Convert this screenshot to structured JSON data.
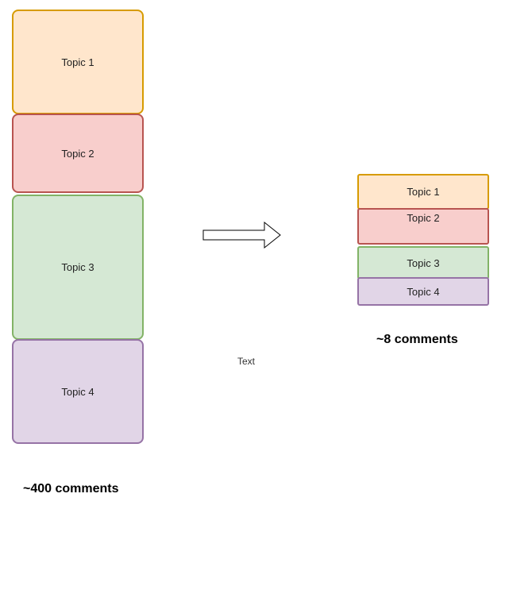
{
  "left_stack": {
    "topics": [
      "Topic 1",
      "Topic 2",
      "Topic 3",
      "Topic 4"
    ],
    "count_label": "~400 comments"
  },
  "right_stack": {
    "topics": [
      "Topic 1",
      "Topic 2",
      "Topic 3",
      "Topic 4"
    ],
    "count_label": "~8 comments"
  },
  "free_text": "Text",
  "colors": {
    "topic1_fill": "#ffe6cc",
    "topic1_stroke": "#d79b00",
    "topic2_fill": "#f8cecc",
    "topic2_stroke": "#b85450",
    "topic3_fill": "#d5e8d4",
    "topic3_stroke": "#82b366",
    "topic4_fill": "#e1d5e7",
    "topic4_stroke": "#9673a6"
  }
}
